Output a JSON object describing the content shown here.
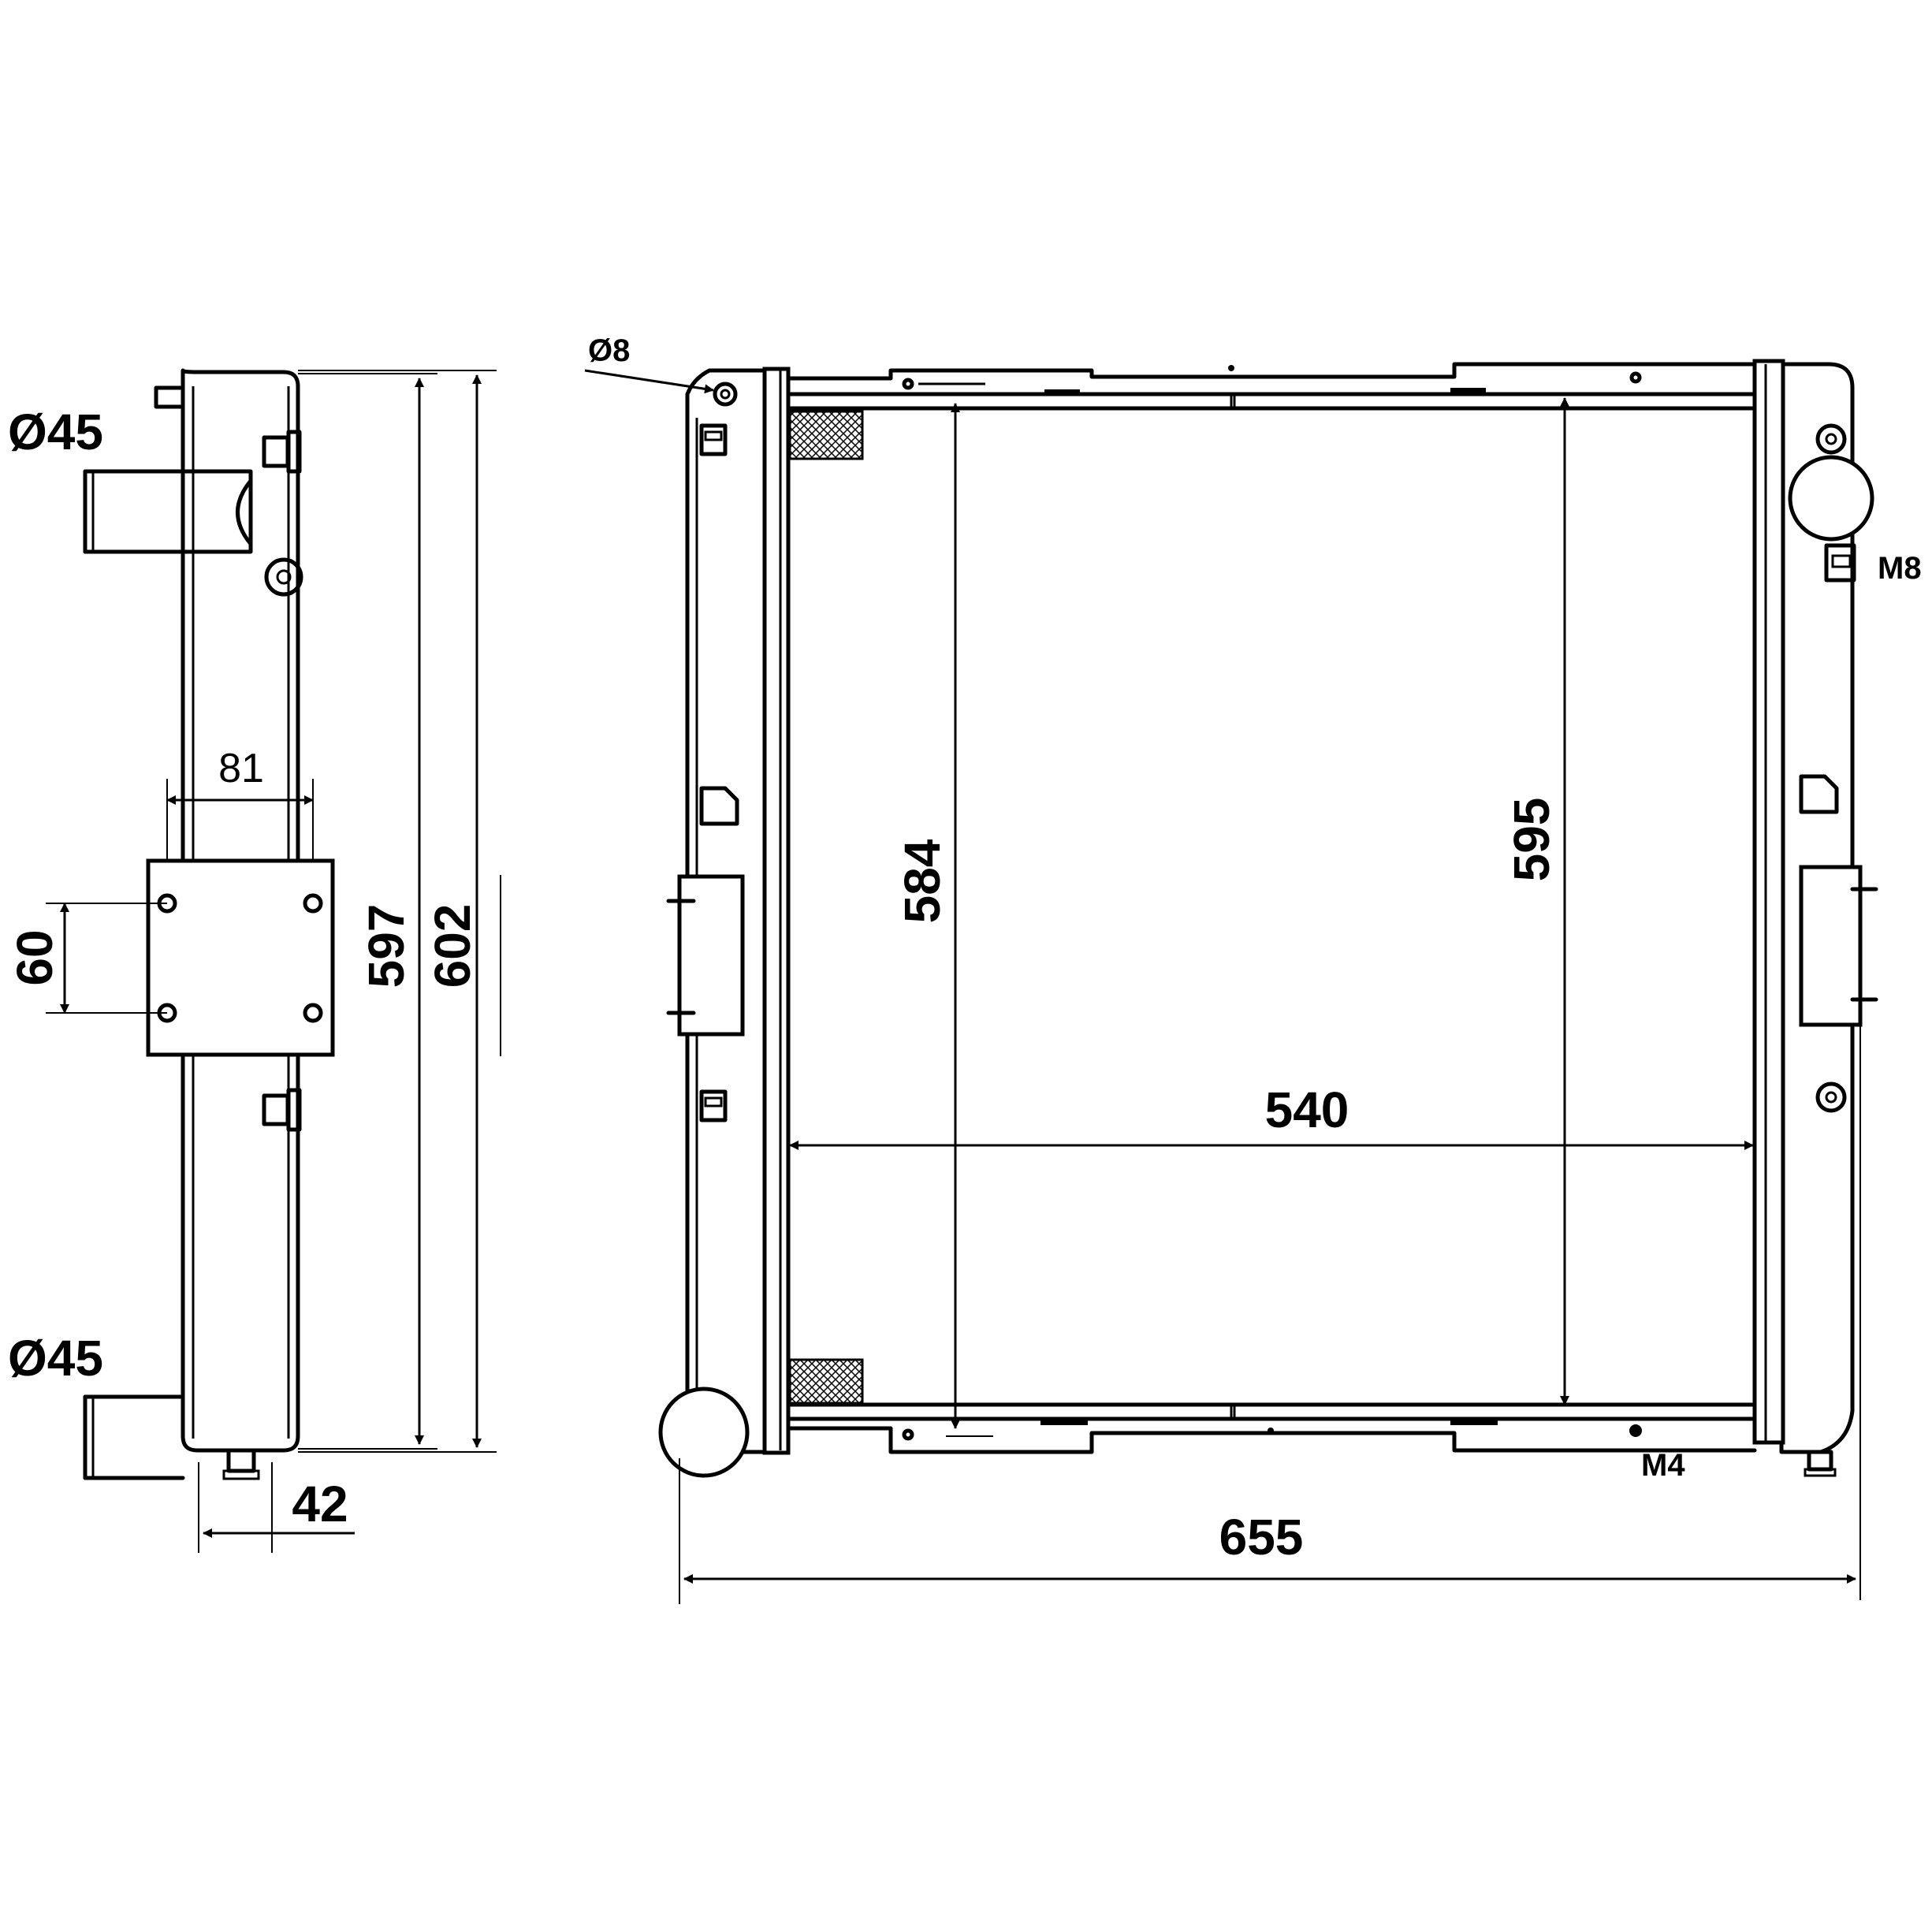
{
  "side_view": {
    "inlet_diameter": "Ø45",
    "outlet_diameter": "Ø45",
    "bracket_width": "81",
    "bracket_hole_spacing": "60",
    "core_height_side": "597",
    "overall_height": "602",
    "tank_depth": "42"
  },
  "front_view": {
    "mount_hole": "Ø8",
    "thread_top": "M8",
    "thread_bottom": "M4",
    "core_height": "584",
    "tank_height": "595",
    "core_width": "540",
    "overall_width": "655"
  }
}
